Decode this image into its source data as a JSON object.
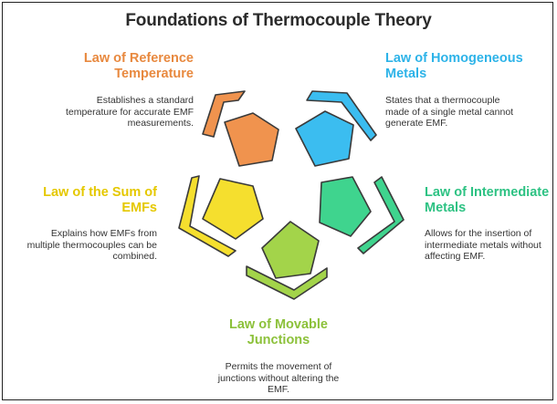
{
  "title": "Foundations of Thermocouple Theory",
  "colors": {
    "orange": "#F0934E",
    "blue": "#3BBDF0",
    "yellow": "#F5DF2E",
    "green": "#3FD48E",
    "lime": "#A3D44A",
    "stroke": "#3a3a3a"
  },
  "laws": [
    {
      "id": "reference-temperature",
      "title_line1": "Law of Reference",
      "title_line2": "Temperature",
      "desc_line1": "Establishes a standard",
      "desc_line2": "temperature for accurate EMF",
      "desc_line3": "measurements.",
      "color": "#E8893F"
    },
    {
      "id": "homogeneous-metals",
      "title_line1": "Law of Homogeneous",
      "title_line2": "Metals",
      "desc_line1": "States that a thermocouple",
      "desc_line2": "made of a single metal cannot",
      "desc_line3": "generate EMF.",
      "color": "#2DB3E8"
    },
    {
      "id": "sum-of-emfs",
      "title_line1": "Law of the Sum of",
      "title_line2": "EMFs",
      "desc_line1": "Explains how EMFs from",
      "desc_line2": "multiple thermocouples can be",
      "desc_line3": "combined.",
      "color": "#E5C800"
    },
    {
      "id": "intermediate-metals",
      "title_line1": "Law of Intermediate",
      "title_line2": "Metals",
      "desc_line1": "Allows for the insertion of",
      "desc_line2": "intermediate metals without",
      "desc_line3": "affecting EMF.",
      "color": "#2DC283"
    },
    {
      "id": "movable-junctions",
      "title_line1": "Law of Movable",
      "title_line2": "Junctions",
      "desc_line1": "Permits the movement of",
      "desc_line2": "junctions without altering the",
      "desc_line3": "EMF.",
      "color": "#8CC13A"
    }
  ]
}
